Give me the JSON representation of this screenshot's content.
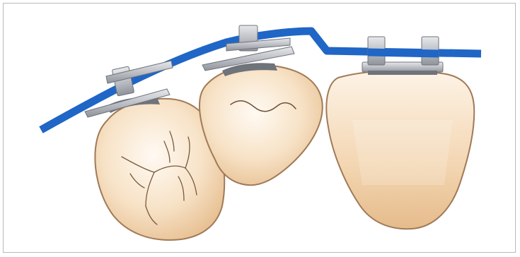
{
  "figure": {
    "subject": "orthodontic-brackets-on-teeth",
    "colors": {
      "background": "#ffffff",
      "frame": "#b9b9b9",
      "archwire": "#1f66c6",
      "tooth_fill_light": "#fbf0e2",
      "tooth_fill_dark": "#e7c194",
      "tooth_outline": "#a07a57",
      "bracket_metal": "#b9bcc2",
      "bracket_shadow": "#6f737a"
    },
    "teeth": [
      {
        "name": "molar-left",
        "bracket": "single-wing"
      },
      {
        "name": "premolar-middle",
        "bracket": "single-wing"
      },
      {
        "name": "molar-right",
        "bracket": "twin-wing"
      }
    ]
  }
}
